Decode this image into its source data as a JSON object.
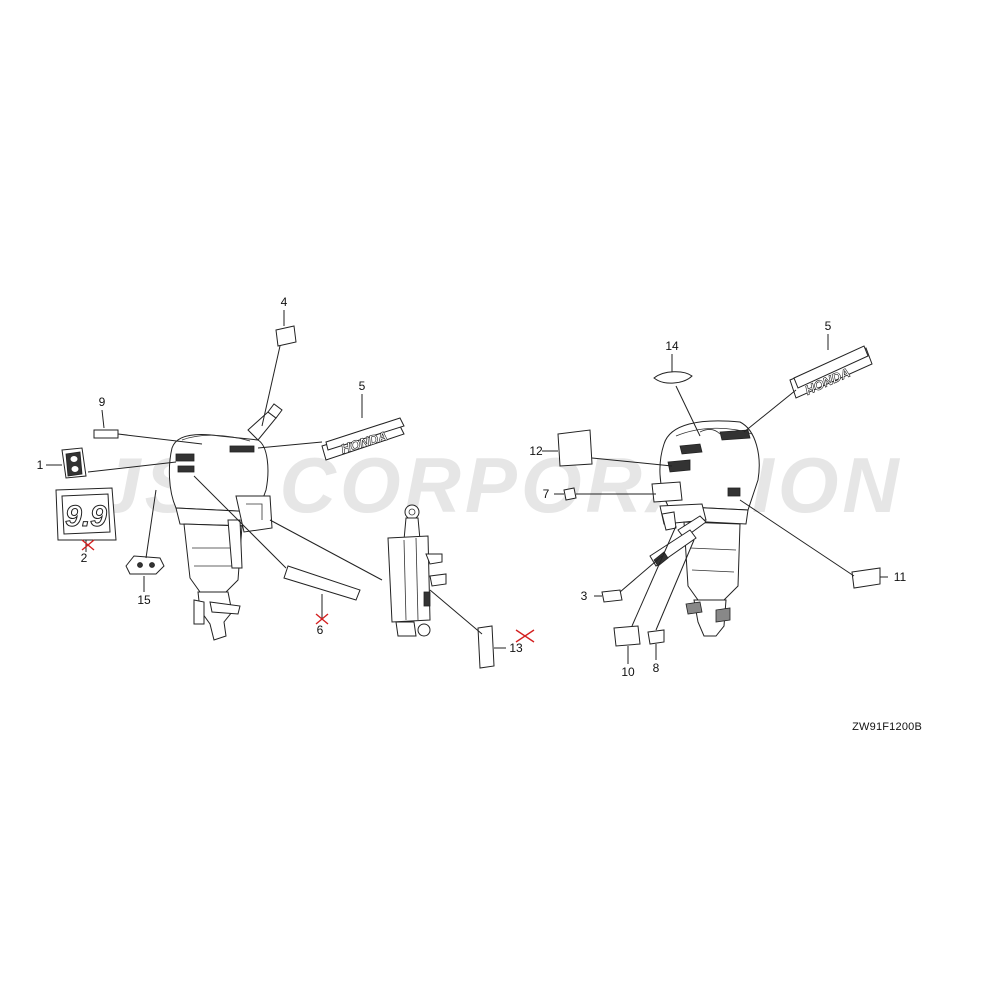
{
  "watermark": "JSP CORPORATION",
  "drawing_code": "ZW91F1200B",
  "badge_text": "9.9",
  "logo_text": "HONDA",
  "colors": {
    "line": "#222222",
    "watermark": "#e6e6e6",
    "discontinued_mark": "#d42020"
  },
  "callouts": {
    "left": [
      {
        "id": "c1",
        "label": "1"
      },
      {
        "id": "c2",
        "label": "2"
      },
      {
        "id": "c4",
        "label": "4"
      },
      {
        "id": "c5",
        "label": "5"
      },
      {
        "id": "c6",
        "label": "6"
      },
      {
        "id": "c9",
        "label": "9"
      },
      {
        "id": "c13",
        "label": "13"
      },
      {
        "id": "c15",
        "label": "15"
      }
    ],
    "right": [
      {
        "id": "c3",
        "label": "3"
      },
      {
        "id": "c5",
        "label": "5"
      },
      {
        "id": "c7",
        "label": "7"
      },
      {
        "id": "c8",
        "label": "8"
      },
      {
        "id": "c10",
        "label": "10"
      },
      {
        "id": "c11",
        "label": "11"
      },
      {
        "id": "c12",
        "label": "12"
      },
      {
        "id": "c14",
        "label": "14"
      }
    ]
  }
}
